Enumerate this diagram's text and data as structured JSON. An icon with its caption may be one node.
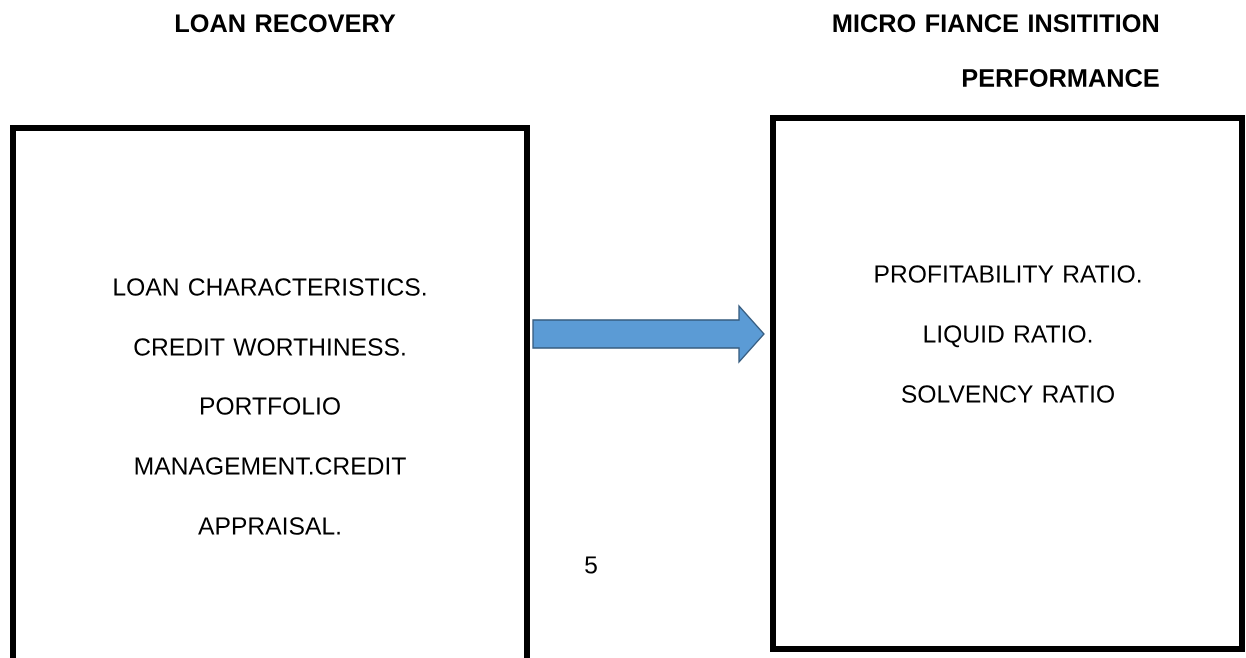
{
  "diagram": {
    "nodes": [
      {
        "text": [
          "LOAN RECOVERY",
          "LOAN CHARACTERISTICS.",
          "CREDIT WORTHINESS.",
          "PORTFOLIO MANAGEMENT.CREDIT APPRAISAL."
        ]
      },
      {
        "text": [
          "MICRO FIANCE INSITITION PERFORMANCE",
          "PROFITABILITY RATIO.",
          "LIQUID RATIO.",
          "SOLVENCY RATIO"
        ]
      }
    ],
    "edges": [
      {
        "from": 0,
        "to": 1,
        "arrow": "to",
        "color": "#5b9bd5"
      }
    ],
    "labels": [
      "5"
    ]
  }
}
